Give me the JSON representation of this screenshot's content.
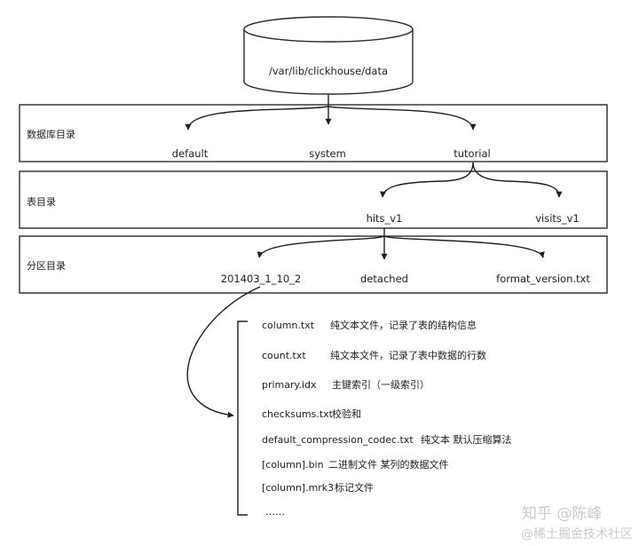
{
  "root": {
    "label": "/var/lib/clickhouse/data"
  },
  "sections": {
    "database": {
      "title": "数据库目录",
      "items": [
        "default",
        "system",
        "tutorial"
      ]
    },
    "table": {
      "title": "表目录",
      "items": [
        "hits_v1",
        "visits_v1"
      ]
    },
    "partition": {
      "title": "分区目录",
      "items": [
        "201403_1_10_2",
        "detached",
        "format_version.txt"
      ]
    }
  },
  "files": [
    {
      "name": "column.txt",
      "desc": "纯文本文件，记录了表的结构信息"
    },
    {
      "name": "count.txt",
      "desc": "纯文本文件，记录了表中数据的行数"
    },
    {
      "name": "primary.idx",
      "desc": "主键索引（一级索引）"
    },
    {
      "name": "checksums.txt",
      "desc": "校验和"
    },
    {
      "name": "default_compression_codec.txt",
      "desc": "纯文本 默认压缩算法"
    },
    {
      "name": "[column].bin",
      "desc": "二进制文件 某列的数据文件"
    },
    {
      "name": "[column].mrk3",
      "desc": "标记文件"
    },
    {
      "name": "……",
      "desc": ""
    }
  ],
  "watermark": {
    "line1": "知乎 @陈峰",
    "line2": "@稀土掘金技术社区"
  }
}
